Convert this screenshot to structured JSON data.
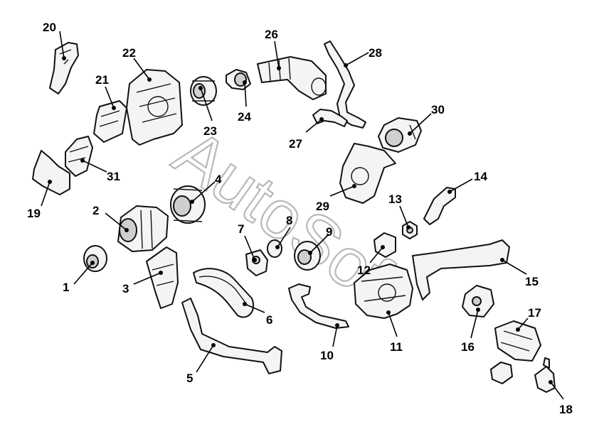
{
  "watermark": "AutoSoft",
  "callouts": [
    "1",
    "2",
    "3",
    "4",
    "5",
    "6",
    "7",
    "8",
    "9",
    "10",
    "11",
    "12",
    "13",
    "14",
    "15",
    "16",
    "17",
    "18",
    "19",
    "20",
    "21",
    "22",
    "23",
    "24",
    "26",
    "27",
    "28",
    "29",
    "30",
    "31"
  ]
}
